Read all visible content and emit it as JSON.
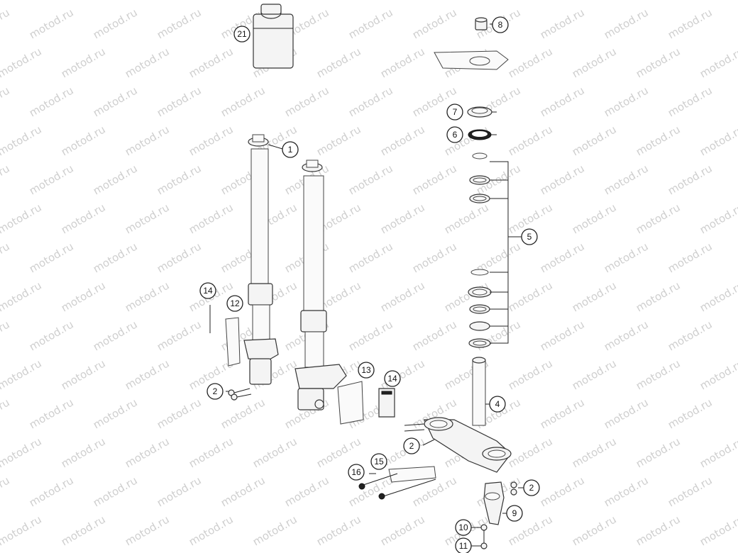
{
  "watermark": "motod.ru",
  "callouts": [
    {
      "id": "c21",
      "label": "21"
    },
    {
      "id": "c8",
      "label": "8"
    },
    {
      "id": "c7",
      "label": "7"
    },
    {
      "id": "c6",
      "label": "6"
    },
    {
      "id": "c1",
      "label": "1"
    },
    {
      "id": "c5",
      "label": "5"
    },
    {
      "id": "c14a",
      "label": "14"
    },
    {
      "id": "c12",
      "label": "12"
    },
    {
      "id": "c13",
      "label": "13"
    },
    {
      "id": "c14b",
      "label": "14"
    },
    {
      "id": "c2a",
      "label": "2"
    },
    {
      "id": "c4",
      "label": "4"
    },
    {
      "id": "c2b",
      "label": "2"
    },
    {
      "id": "c15",
      "label": "15"
    },
    {
      "id": "c16",
      "label": "16"
    },
    {
      "id": "c2c",
      "label": "2"
    },
    {
      "id": "c9",
      "label": "9"
    },
    {
      "id": "c10",
      "label": "10"
    },
    {
      "id": "c11",
      "label": "11"
    }
  ]
}
